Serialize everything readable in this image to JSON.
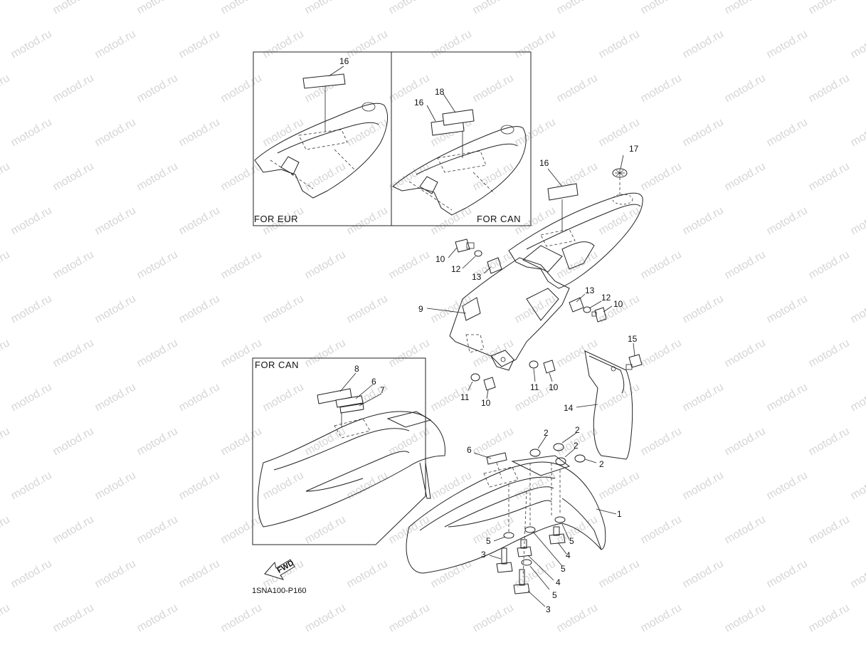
{
  "watermark": "motod.ru",
  "insets": {
    "eur_label": "FOR EUR",
    "can_rear_label": "FOR CAN",
    "can_front_label": "FOR CAN"
  },
  "fwd_label": "FWD",
  "diagram_code": "1SNA100-P160",
  "callouts": [
    {
      "id": "c-16-eur",
      "text": "16"
    },
    {
      "id": "c-18-can",
      "text": "18"
    },
    {
      "id": "c-16-can",
      "text": "16"
    },
    {
      "id": "c-16-main",
      "text": "16"
    },
    {
      "id": "c-17",
      "text": "17"
    },
    {
      "id": "c-10-a",
      "text": "10"
    },
    {
      "id": "c-12-a",
      "text": "12"
    },
    {
      "id": "c-13-a",
      "text": "13"
    },
    {
      "id": "c-13-b",
      "text": "13"
    },
    {
      "id": "c-12-b",
      "text": "12"
    },
    {
      "id": "c-10-b",
      "text": "10"
    },
    {
      "id": "c-9",
      "text": "9"
    },
    {
      "id": "c-15",
      "text": "15"
    },
    {
      "id": "c-11-a",
      "text": "11"
    },
    {
      "id": "c-10-c",
      "text": "10"
    },
    {
      "id": "c-11-b",
      "text": "11"
    },
    {
      "id": "c-10-d",
      "text": "10"
    },
    {
      "id": "c-14",
      "text": "14"
    },
    {
      "id": "c-8",
      "text": "8"
    },
    {
      "id": "c-6-inset",
      "text": "6"
    },
    {
      "id": "c-7",
      "text": "7"
    },
    {
      "id": "c-6-main",
      "text": "6"
    },
    {
      "id": "c-2-a",
      "text": "2"
    },
    {
      "id": "c-2-b",
      "text": "2"
    },
    {
      "id": "c-2-c",
      "text": "2"
    },
    {
      "id": "c-2-d",
      "text": "2"
    },
    {
      "id": "c-1",
      "text": "1"
    },
    {
      "id": "c-5-a",
      "text": "5"
    },
    {
      "id": "c-5-b",
      "text": "5"
    },
    {
      "id": "c-3-a",
      "text": "3"
    },
    {
      "id": "c-4-a",
      "text": "4"
    },
    {
      "id": "c-5-c",
      "text": "5"
    },
    {
      "id": "c-4-b",
      "text": "4"
    },
    {
      "id": "c-5-d",
      "text": "5"
    },
    {
      "id": "c-3-b",
      "text": "3"
    }
  ]
}
